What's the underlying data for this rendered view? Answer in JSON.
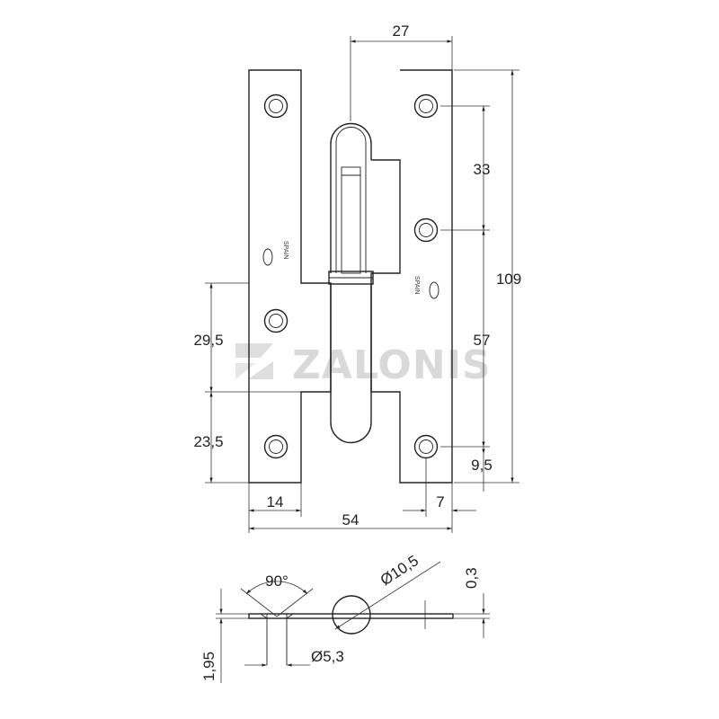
{
  "dimensions": {
    "top_width": "27",
    "upper_hole_spacing": "33",
    "overall_height": "109",
    "middle_hole_spacing": "57",
    "left_upper_height": "29,5",
    "left_lower_height": "23,5",
    "bottom_hole_offset": "9,5",
    "left_leaf_width": "14",
    "right_edge_offset": "7",
    "overall_width": "54",
    "angle": "90°",
    "pin_diameter": "Ø10,5",
    "clearance": "0,3",
    "thickness": "1,95",
    "hole_diameter": "Ø5,3"
  },
  "marks": {
    "country": "SPAIN",
    "watermark": "ZALONIS"
  },
  "colors": {
    "line": "#222222",
    "watermark": "#d9d9d9"
  }
}
